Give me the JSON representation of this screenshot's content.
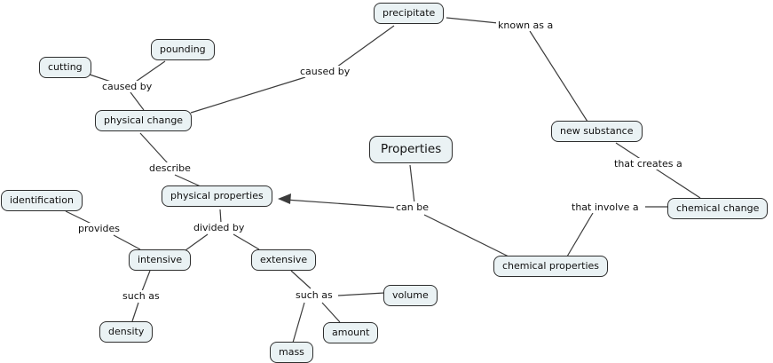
{
  "nodes": {
    "precipitate": "precipitate",
    "pounding": "pounding",
    "cutting": "cutting",
    "physical_change": "physical change",
    "new_substance": "new substance",
    "properties": "Properties",
    "chemical_change": "chemical change",
    "identification": "identification",
    "physical_properties": "physical properties",
    "chemical_properties": "chemical properties",
    "intensive": "intensive",
    "extensive": "extensive",
    "volume": "volume",
    "density": "density",
    "amount": "amount",
    "mass": "mass"
  },
  "link_labels": {
    "caused_by_left": "caused by",
    "caused_by_right": "caused by",
    "known_as_a": "known as a",
    "that_creates_a": "that creates a",
    "describe": "describe",
    "can_be": "can be",
    "that_involve_a": "that involve a",
    "provides": "provides",
    "divided_by": "divided by",
    "such_as_left": "such as",
    "such_as_right": "such as"
  },
  "colors": {
    "node_fill": "#eaf2f4",
    "node_border": "#2e2e2e",
    "edge_line": "#3c3c3c",
    "text": "#111111",
    "background": "#ffffff"
  }
}
